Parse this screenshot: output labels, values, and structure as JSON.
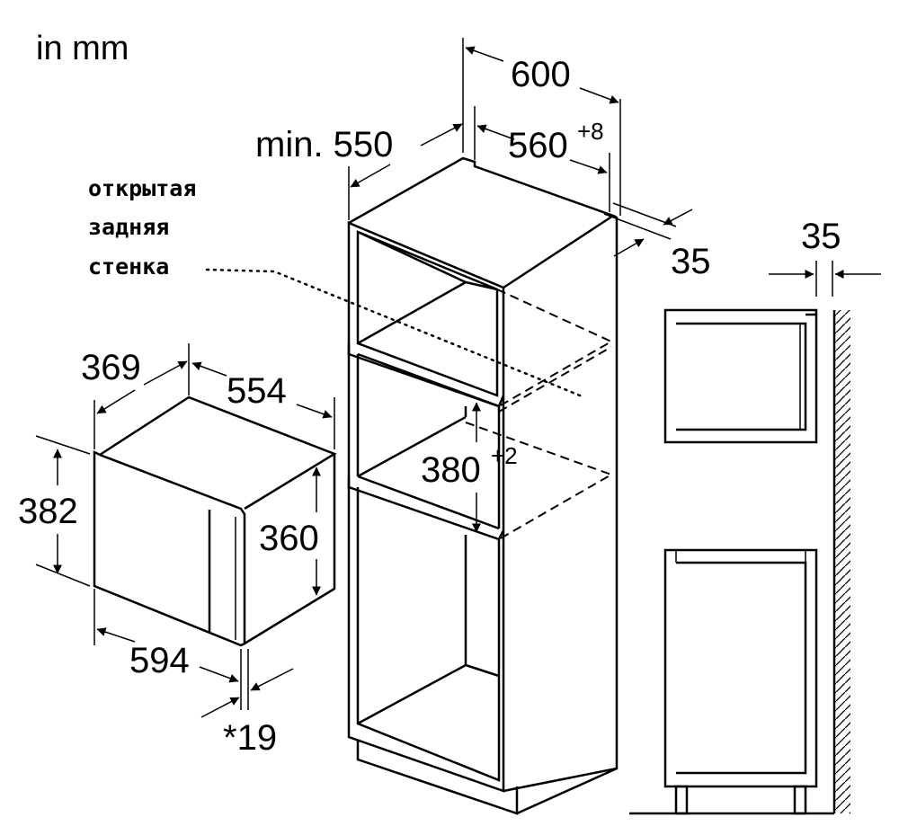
{
  "unit_label": "in mm",
  "note": {
    "line1": "открытая",
    "line2": "задняя",
    "line3": "стенка"
  },
  "cabinet": {
    "width_outer": "600",
    "depth_min": "min. 550",
    "width_inner": "560",
    "width_inner_tol": "+8",
    "side_offset": "35",
    "niche_height": "380",
    "niche_height_tol": "+2"
  },
  "appliance": {
    "depth": "369",
    "body_width": "554",
    "front_height": "382",
    "body_height": "360",
    "front_width": "594",
    "front_thickness": "*19"
  },
  "side_view": {
    "gap": "35"
  }
}
